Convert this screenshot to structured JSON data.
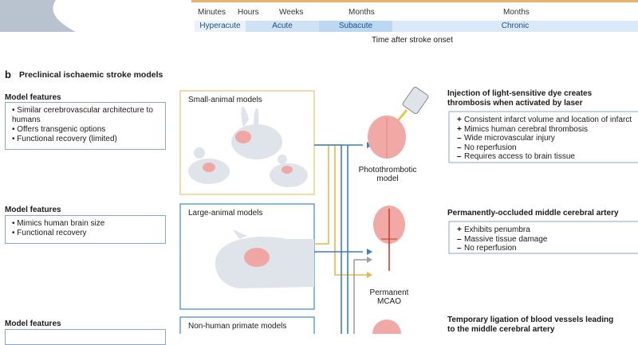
{
  "timeline": {
    "ticks": [
      "Minutes",
      "Hours",
      "Weeks",
      "Months",
      "Months"
    ],
    "phases": [
      "Hyperacute",
      "Acute",
      "Subacute",
      "Chronic"
    ],
    "axis_label": "Time after stroke onset"
  },
  "panel_b": {
    "letter": "b",
    "title": "Preclinical ischaemic stroke models"
  },
  "feature_groups": [
    {
      "title": "Model features",
      "items": [
        "Similar cerebrovascular architecture to humans",
        "Offers transgenic options",
        "Functional recovery (limited)"
      ]
    },
    {
      "title": "Model features",
      "items": [
        "Mimics human brain size",
        "Functional recovery"
      ]
    },
    {
      "title": "Model features",
      "items": []
    }
  ],
  "animal_models": [
    "Small-animal models",
    "Large-animal models",
    "Non-human primate models"
  ],
  "models": [
    {
      "name_line1": "Photothrombotic",
      "name_line2": "model"
    },
    {
      "name_line1": "Permanent",
      "name_line2": "MCAO"
    }
  ],
  "descriptions": [
    {
      "title_line1": "Injection of light-sensitive dye creates",
      "title_line2": "thrombosis when activated by laser",
      "items": [
        {
          "sign": "+",
          "text": "Consistent infarct volume and location of infarct"
        },
        {
          "sign": "+",
          "text": "Mimics human cerebral thrombosis"
        },
        {
          "sign": "–",
          "text": "Wide microvascular injury"
        },
        {
          "sign": "–",
          "text": "No reperfusion"
        },
        {
          "sign": "–",
          "text": "Requires access to brain tissue"
        }
      ]
    },
    {
      "title_line1": "Permanently-occluded middle cerebral artery",
      "title_line2": "",
      "items": [
        {
          "sign": "+",
          "text": "Exhibits penumbra"
        },
        {
          "sign": "–",
          "text": "Massive tissue damage"
        },
        {
          "sign": "–",
          "text": "No reperfusion"
        }
      ]
    },
    {
      "title_line1": "Temporary ligation of blood vessels leading",
      "title_line2": "to the middle cerebral artery",
      "items": []
    }
  ],
  "colors": {
    "small_animal_border": "#e8c97a",
    "large_animal_border": "#4a90d9",
    "arrow_yellow": "#e6b84a",
    "arrow_blue": "#3d7fc4",
    "arrow_grey": "#a0a0a0",
    "box_border": "#8aa7c8",
    "phase_fill": "#d6e8f7",
    "brain_pink": "#f1a9a6"
  }
}
